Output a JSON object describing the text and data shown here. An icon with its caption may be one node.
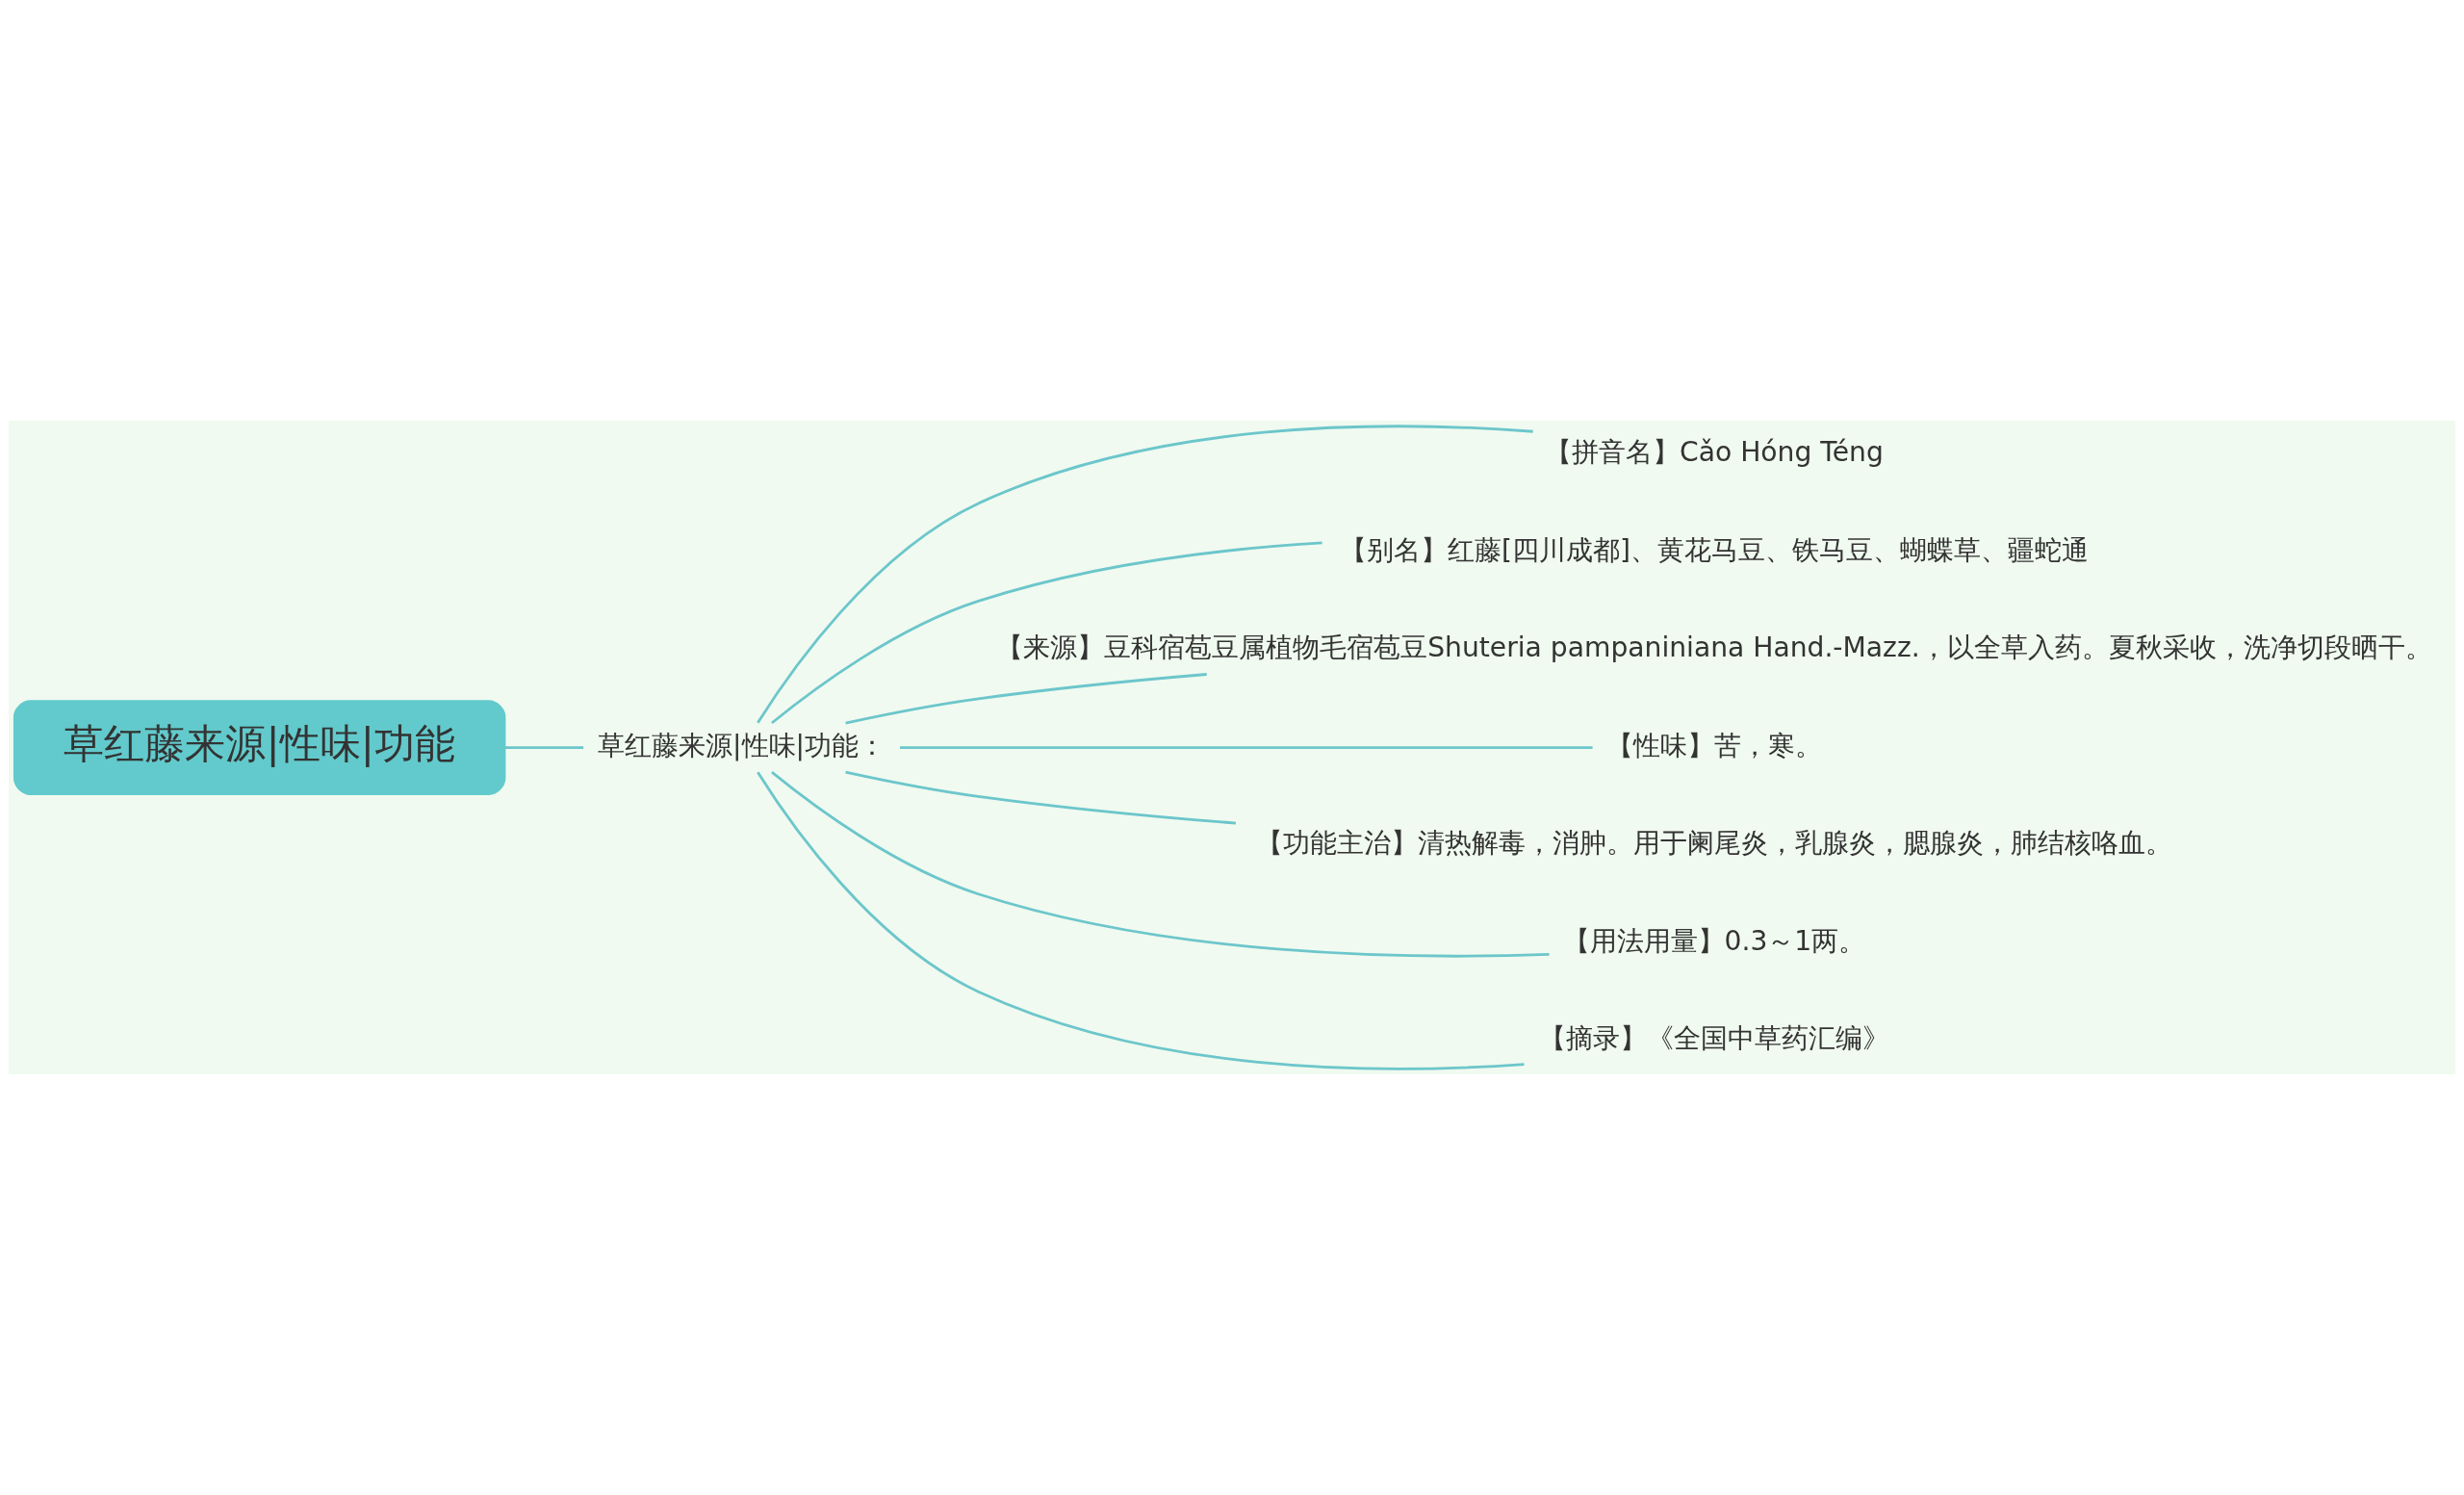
{
  "diagram": {
    "nodes": [
      {
        "text": [
          "草红藤来源|性味|功能"
        ]
      },
      {
        "text": [
          "草红藤来源|性味|功能："
        ]
      },
      {
        "text": [
          "【拼音名】Cǎo Hóng Téng"
        ]
      },
      {
        "text": [
          "【别名】红藤[四川成都]、黄花马豆、铁马豆、蝴蝶草、疆蛇通"
        ]
      },
      {
        "text": [
          "【来源】豆科宿苞豆属植物毛宿苞豆Shuteria pampaniniana Hand.-Mazz.，以全草入药。夏秋采收，洗净切段晒干。"
        ]
      },
      {
        "text": [
          "【性味】苦，寒。"
        ]
      },
      {
        "text": [
          "【功能主治】清热解毒，消肿。用于阑尾炎，乳腺炎，腮腺炎，肺结核咯血。"
        ]
      },
      {
        "text": [
          "【用法用量】0.3～1两。"
        ]
      },
      {
        "text": [
          "【摘录】《全国中草药汇编》"
        ]
      }
    ],
    "edges": [
      {
        "from": 0,
        "to": 1,
        "arrow": "none"
      },
      {
        "from": 1,
        "to": 2,
        "arrow": "none"
      },
      {
        "from": 1,
        "to": 3,
        "arrow": "none"
      },
      {
        "from": 1,
        "to": 4,
        "arrow": "none"
      },
      {
        "from": 1,
        "to": 5,
        "arrow": "none"
      },
      {
        "from": 1,
        "to": 6,
        "arrow": "none"
      },
      {
        "from": 1,
        "to": 7,
        "arrow": "none"
      },
      {
        "from": 1,
        "to": 8,
        "arrow": "none"
      }
    ]
  }
}
